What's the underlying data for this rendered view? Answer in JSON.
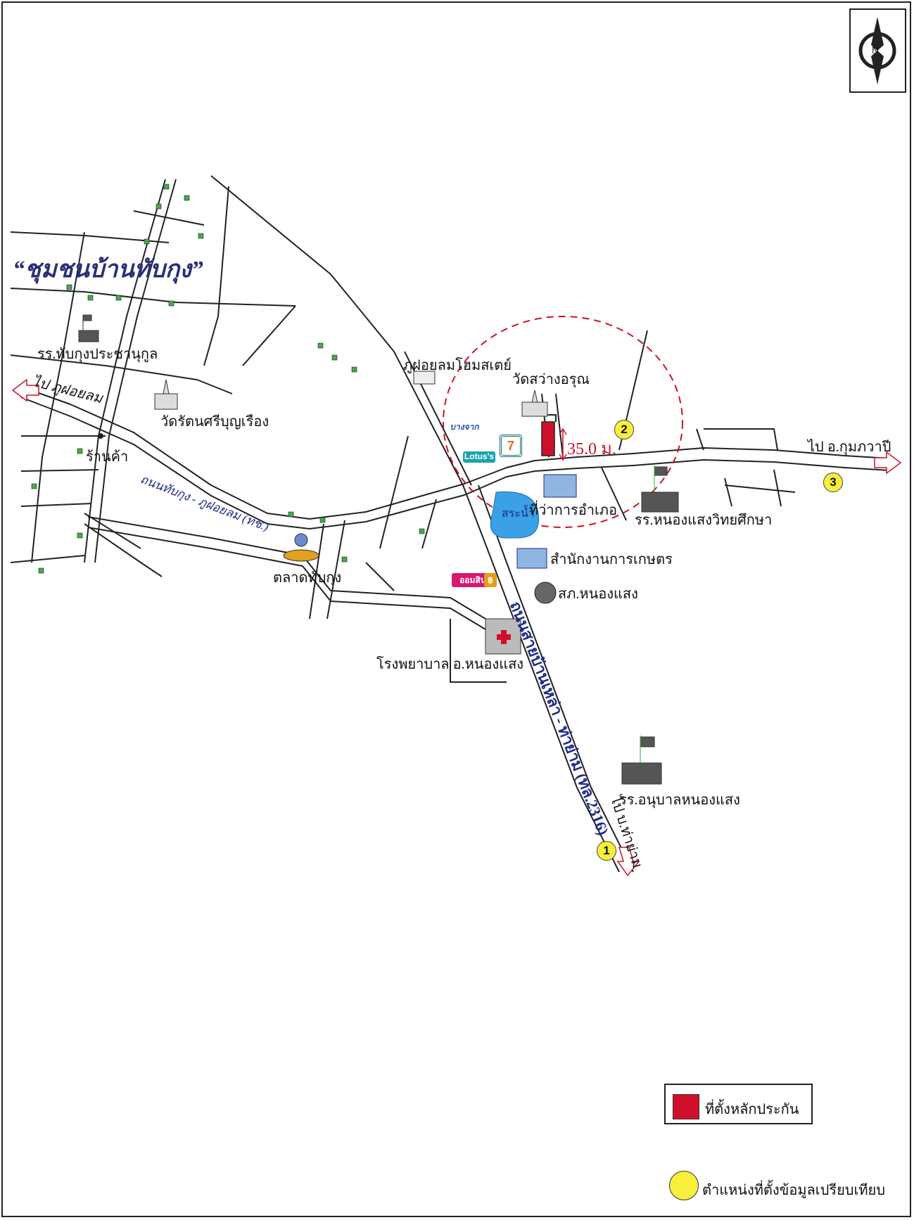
{
  "title": "“ชุมชนบ้านทับกุง”",
  "compass": {
    "letter": "N",
    "icon": "north-arrow-icon"
  },
  "labels": {
    "school_tabkung": "รร.ทับกุงประชานุกูล",
    "wat_rattana": "วัดรัตนศรีบุญเรือง",
    "to_phufai": "ไป ภูฝอยลม",
    "shop": "ร้านค้า",
    "road_tabkung_phufai": "ถนนทับกุง - ภูฝอยลม (ทช.)",
    "market": "ตลาดทับกุง",
    "homestay": "ภูฝอยลมโฮมสเตย์",
    "wat_sawang": "วัดสว่างอรุณ",
    "distance": "35.0 ม.",
    "to_kumphawapi": "ไป อ.กุมภวาปี",
    "pond": "สระน้ำ",
    "district_office": "ที่ว่าการอำเภอ",
    "school_nongsaeng": "รร.หนองแสงวิทยศึกษา",
    "agri_office": "สำนักงานการเกษตร",
    "police": "สภ.หนองแสง",
    "hospital": "โรงพยาบาล อ.หนองแสง",
    "main_road": "ถนนสายบ้านเหล่า - ท่าย่าม (ทล.2316)",
    "kindergarten": "รร.อนุบาลหนองแสง",
    "to_thayam": "ไป บ.ท่าย่าม",
    "lotus": "Lotus's",
    "bank": "ออมสิน",
    "bank_mark": "฿",
    "ptt": "บางจาก",
    "seven": "7"
  },
  "markers": [
    "1",
    "2",
    "3"
  ],
  "legend": {
    "site_label": "ที่ตั้งหลักประกัน",
    "site_color": "#d0102a",
    "compare_label": "ตำแหน่งที่ตั้งข้อมูลเปรียบเทียบ",
    "compare_color": "#f7ef3a"
  },
  "colors": {
    "road": "#222222",
    "road_label": "#1e2a88",
    "circle": "#d0102a",
    "pond": "#3aa0e8"
  }
}
